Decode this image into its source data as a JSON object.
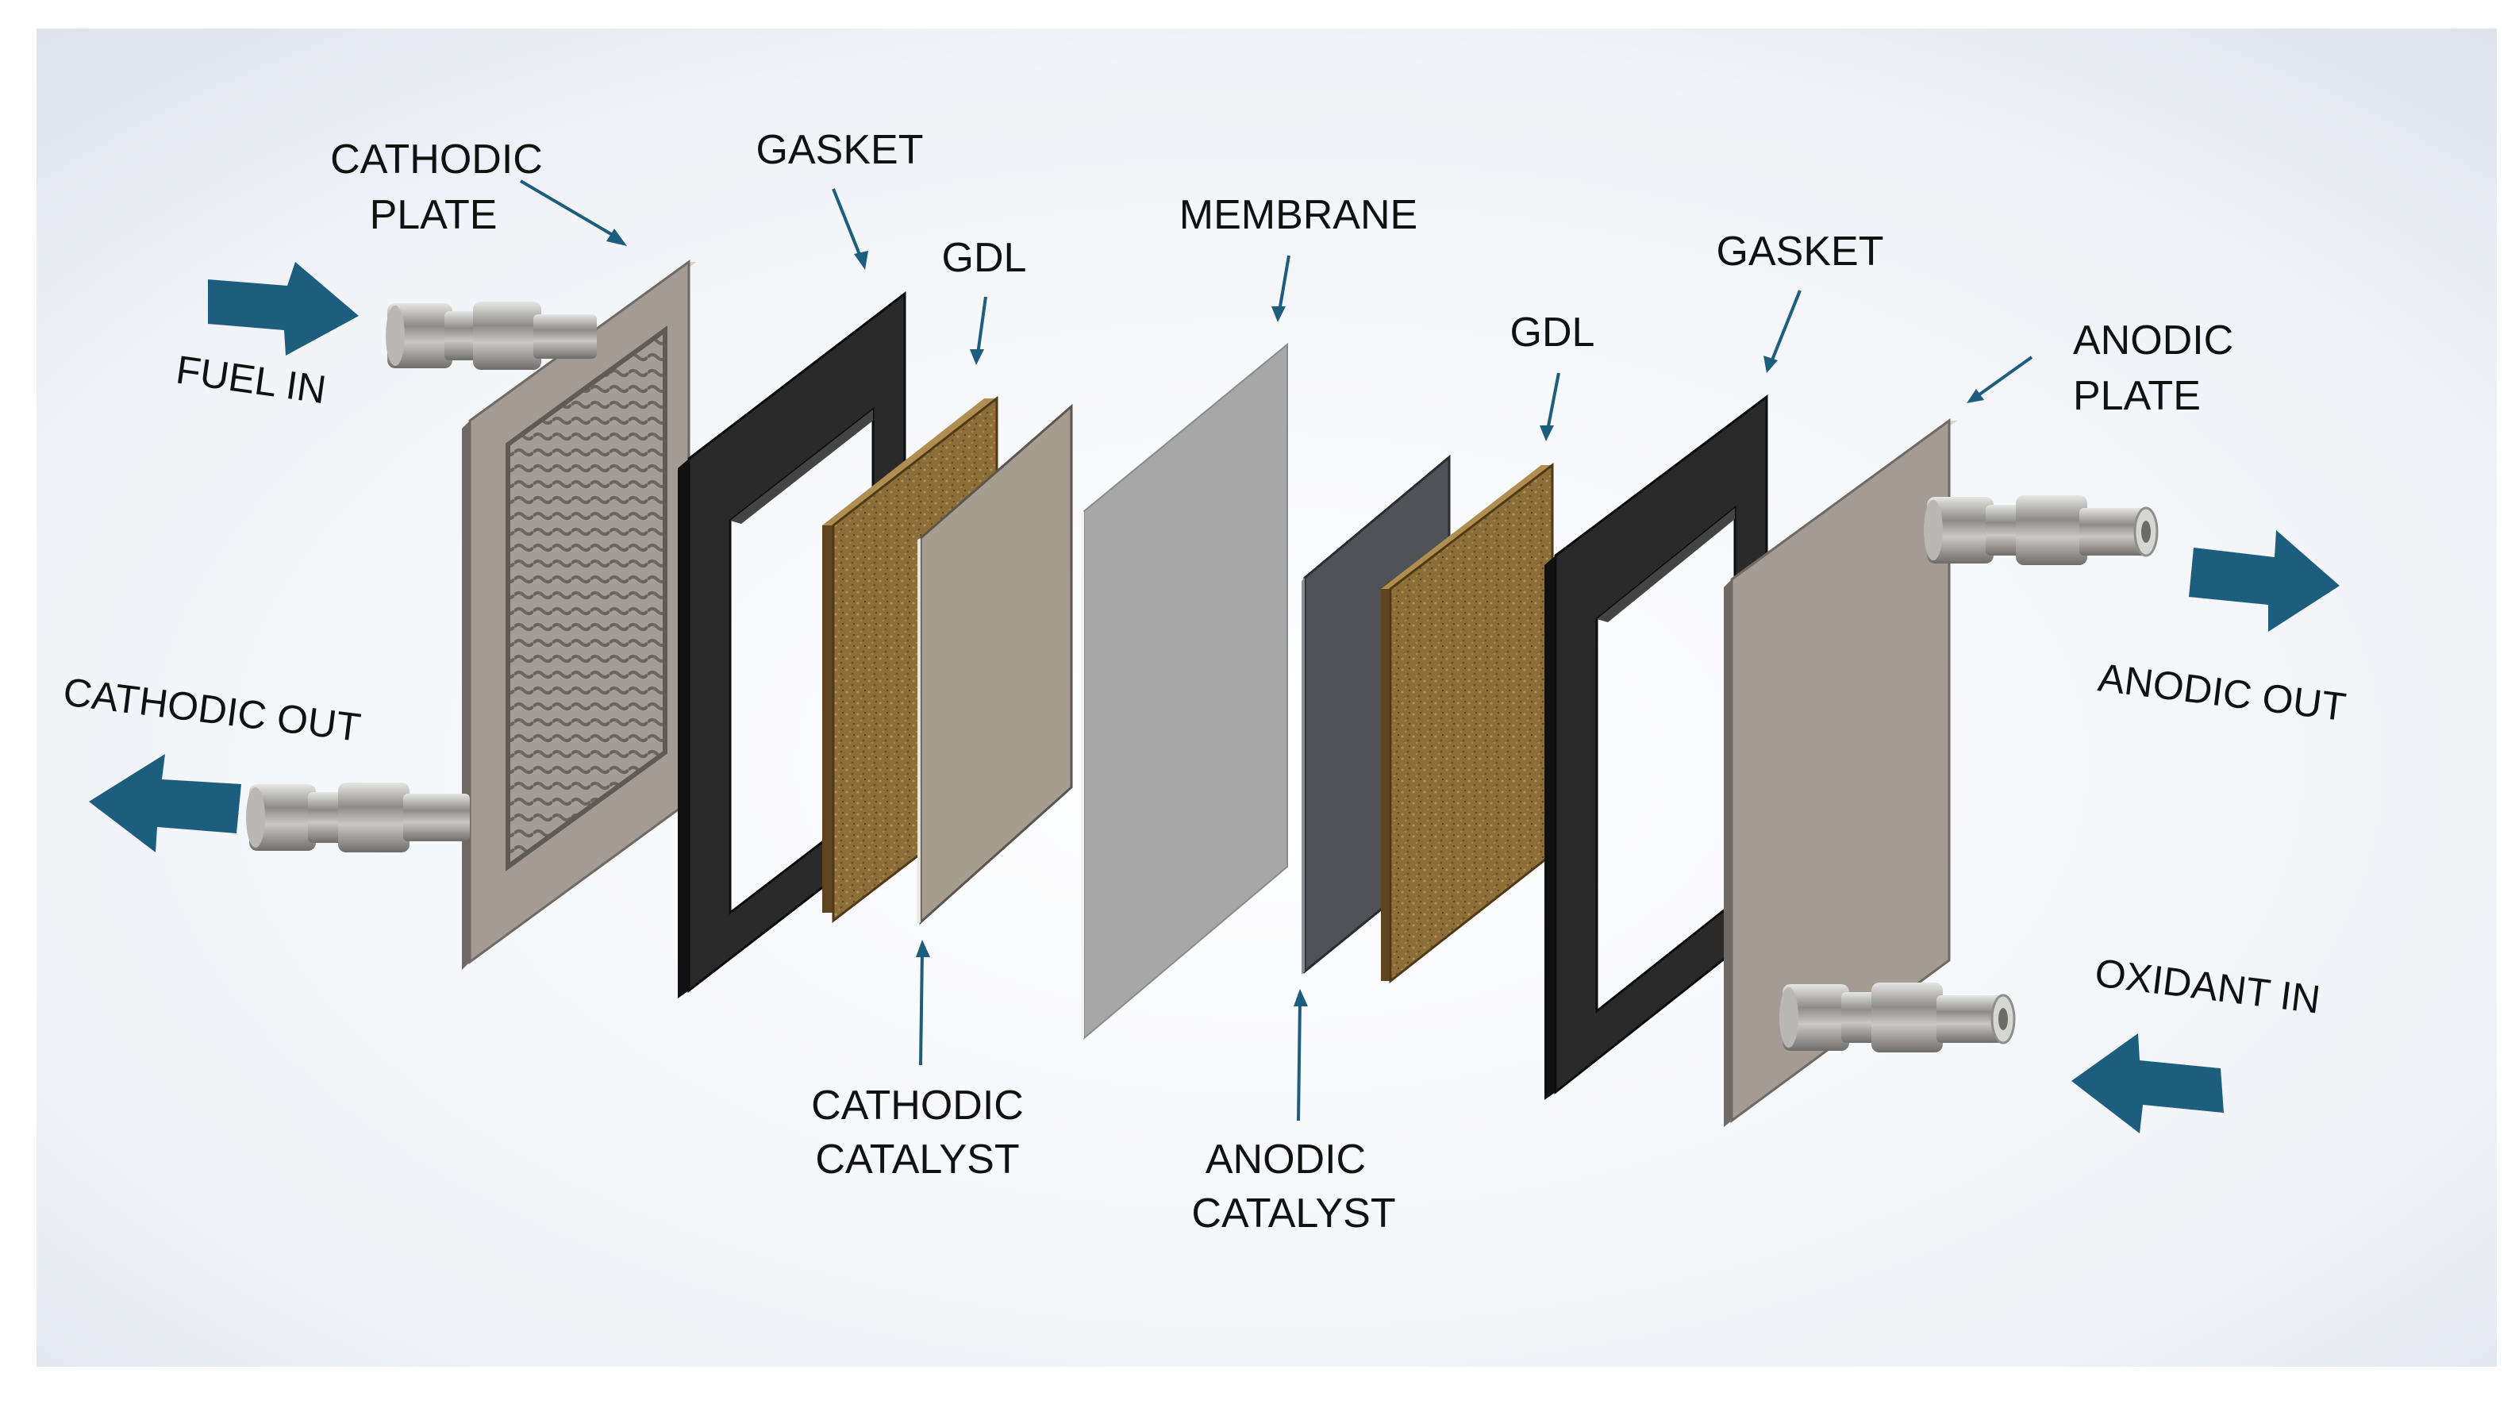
{
  "labels": {
    "fuel_in": "FUEL IN",
    "cathodic_out": "CATHODIC OUT",
    "anodic_out": "ANODIC OUT",
    "oxidant_in": "OXIDANT IN",
    "cathodic_plate_1": "CATHODIC",
    "cathodic_plate_2": "PLATE",
    "gasket_left": "GASKET",
    "gdl_left": "GDL",
    "membrane": "MEMBRANE",
    "gasket_right": "GASKET",
    "gdl_right": "GDL",
    "anodic_plate_1": "ANODIC",
    "anodic_plate_2": "PLATE",
    "cathodic_catalyst_1": "CATHODIC",
    "cathodic_catalyst_2": "CATALYST",
    "anodic_catalyst_1": "ANODIC",
    "anodic_catalyst_2": "CATALYST"
  },
  "colors": {
    "arrow": "#1d5e7f",
    "leader": "#1d5e7f",
    "plate": "#a39b94",
    "gasket": "#2a2a2a",
    "gdl": "#8a6a35",
    "membrane": "#a7a7a7",
    "cathodic_catalyst": "#a69c90",
    "anodic_catalyst": "#4f5358"
  }
}
